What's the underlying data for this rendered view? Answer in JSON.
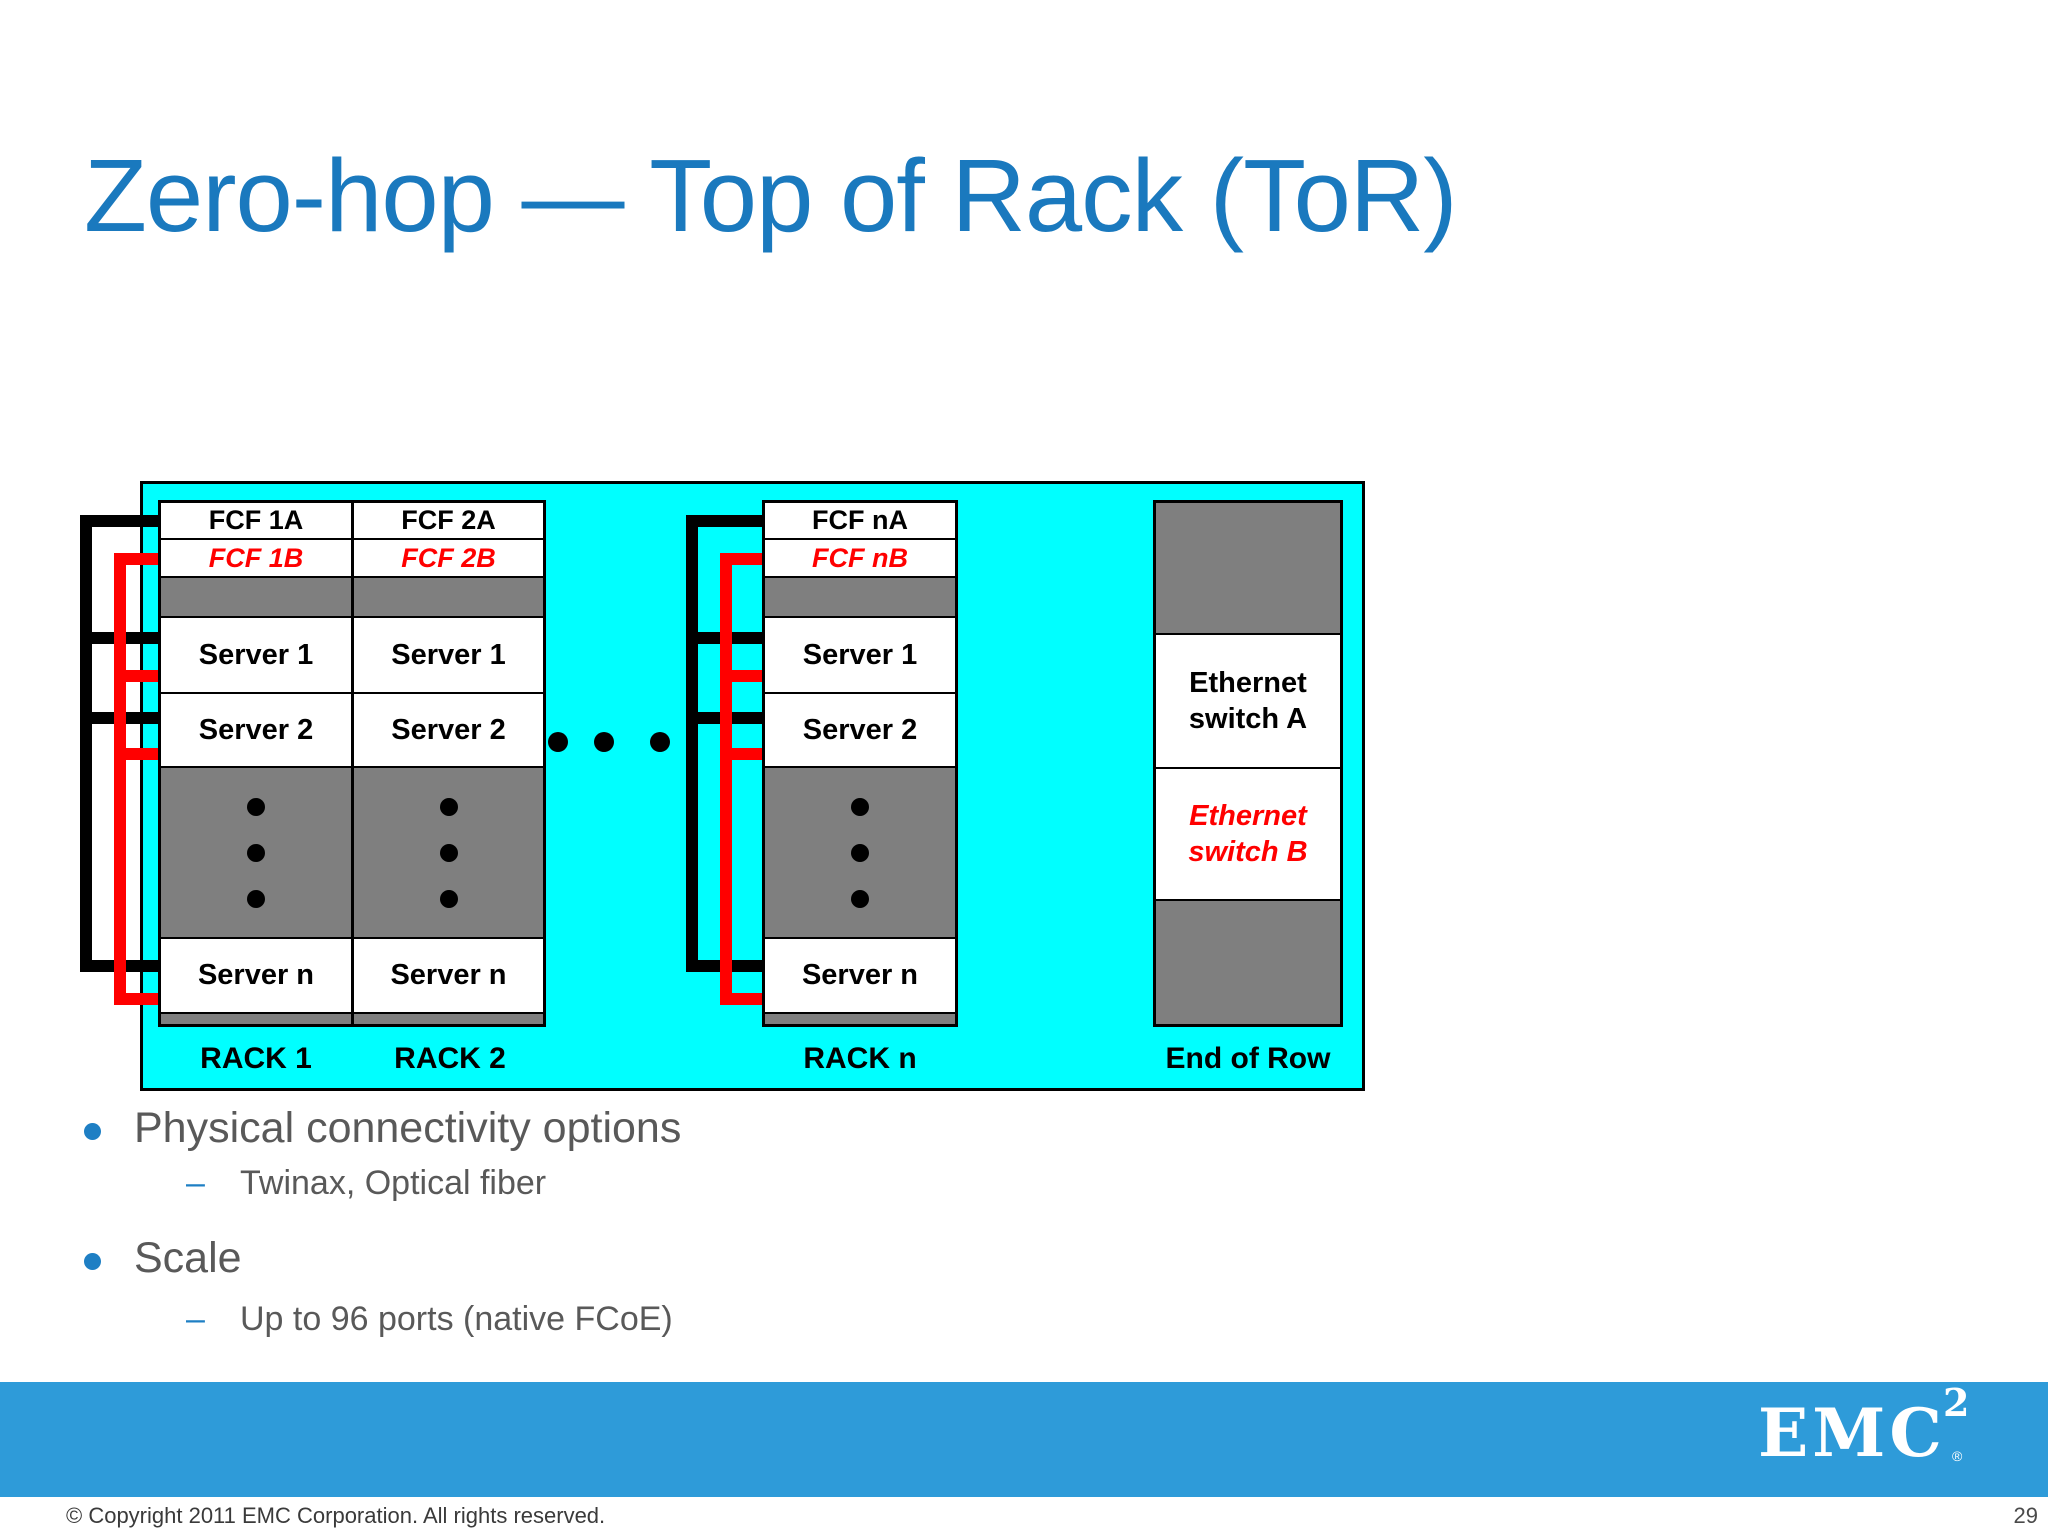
{
  "slide": {
    "title": "Zero-hop — Top of Rack (ToR)",
    "bullets": [
      {
        "label": "Physical connectivity options",
        "subitems": [
          {
            "dash": "–",
            "label": "Twinax, Optical fiber"
          }
        ]
      },
      {
        "label": "Scale",
        "subitems": [
          {
            "dash": "–",
            "label": "Up to 96 ports (native FCoE)"
          }
        ]
      }
    ]
  },
  "diagram": {
    "racks": [
      {
        "fcf_a": "FCF 1A",
        "fcf_b": "FCF 1B",
        "servers": [
          "Server 1",
          "Server 2",
          "Server n"
        ],
        "label": "RACK 1"
      },
      {
        "fcf_a": "FCF 2A",
        "fcf_b": "FCF 2B",
        "servers": [
          "Server 1",
          "Server 2",
          "Server n"
        ],
        "label": "RACK 2"
      },
      {
        "fcf_a": "FCF nA",
        "fcf_b": "FCF nB",
        "servers": [
          "Server 1",
          "Server 2",
          "Server n"
        ],
        "label": "RACK n"
      }
    ],
    "end_of_row": {
      "switch_a": "Ethernet\nswitch A",
      "switch_b": "Ethernet\nswitch B",
      "label": "End of Row"
    },
    "ellipsis_dot_count": 3,
    "colors": {
      "background": "#00FFFF",
      "gray_fill": "#7F7F7F",
      "wire_a": "#000000",
      "wire_b": "#FF0000",
      "fcf_b_text": "#FF0000",
      "switch_b_text": "#FF0000"
    }
  },
  "footer": {
    "bar_color": "#2E9BD9",
    "logo": {
      "text": "EMC",
      "exponent": "2",
      "registered": "®"
    },
    "copyright": "© Copyright 2011 EMC Corporation. All rights reserved.",
    "page_number": "29"
  },
  "colors": {
    "title_blue": "#1A79BE",
    "accent_blue": "#1E7FC4",
    "body_text_gray": "#595959"
  }
}
